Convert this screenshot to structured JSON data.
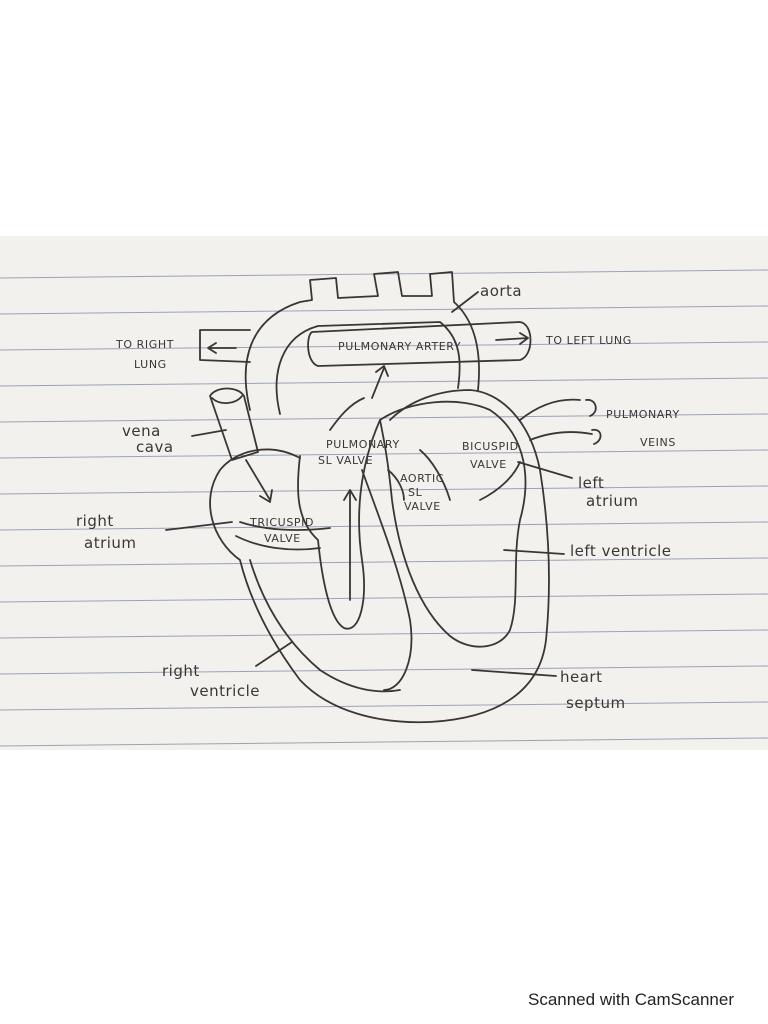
{
  "labels": {
    "aorta": "aorta",
    "pulmonary_artery": "PULMONARY ARTERY",
    "to_left_lung": "TO LEFT LUNG",
    "to_right_lung_1": "TO RIGHT",
    "to_right_lung_2": "LUNG",
    "vena_cava_1": "vena",
    "vena_cava_2": "cava",
    "pulmonary_sl_valve_1": "PULMONARY",
    "pulmonary_sl_valve_2": "SL VALVE",
    "bicuspid_valve_1": "BICUSPID",
    "bicuspid_valve_2": "VALVE",
    "aortic_sl_valve_1": "AORTIC",
    "aortic_sl_valve_2": "SL",
    "aortic_sl_valve_3": "VALVE",
    "pulmonary_veins_1": "PULMONARY",
    "pulmonary_veins_2": "VEINS",
    "right_atrium_1": "right",
    "right_atrium_2": "atrium",
    "tricuspid_valve_1": "TRICUSPID",
    "tricuspid_valve_2": "VALVE",
    "left_atrium_1": "left",
    "left_atrium_2": "atrium",
    "left_ventricle": "left ventricle",
    "right_ventricle_1": "right",
    "right_ventricle_2": "ventricle",
    "heart_septum_1": "heart",
    "heart_septum_2": "septum"
  },
  "watermark": "Scanned with CamScanner",
  "colors": {
    "ink": "#3a3634",
    "paper": "#f3f1ee",
    "rule": "#9aa3b5"
  }
}
